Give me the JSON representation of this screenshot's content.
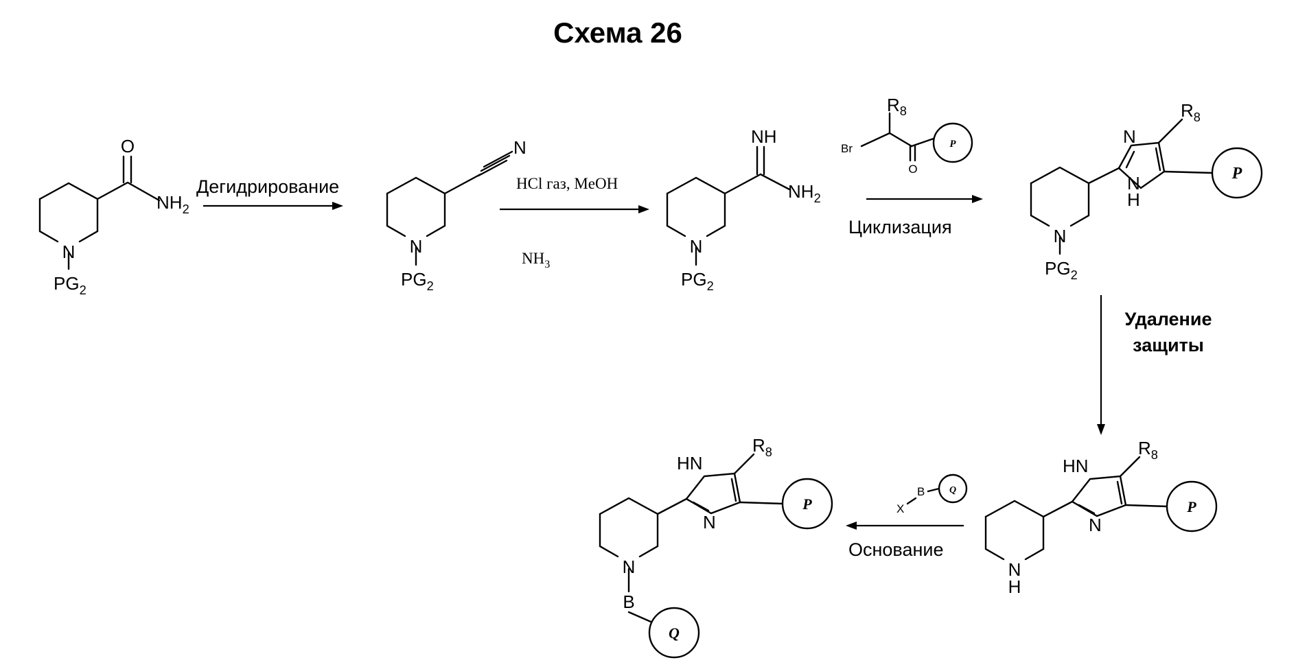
{
  "title": "Схема 26",
  "labels": {
    "O": "O",
    "NH2": "NH",
    "two": "2",
    "N": "N",
    "NH": "NH",
    "HN": "HN",
    "H": "H",
    "PG": "PG",
    "R": "R",
    "eight": "8",
    "Br": "Br",
    "X": "X",
    "B": "B",
    "P": "P",
    "Q": "Q"
  },
  "conditions": {
    "dehydration": "Дегидрирование",
    "hcl_gas": "HCl газ, MeOH",
    "nh3_main": "NH",
    "nh3_sub": "3",
    "cyclization": "Циклизация",
    "deprotection_1": "Удаление",
    "deprotection_2": "защиты",
    "base": "Основание"
  }
}
